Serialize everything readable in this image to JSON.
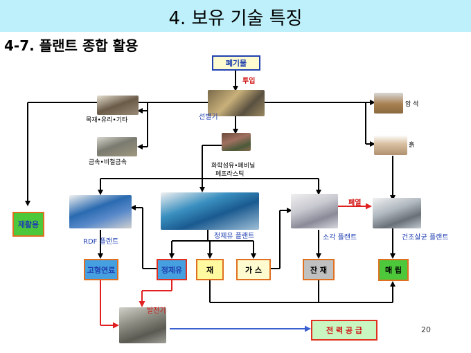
{
  "title": "4. 보유 기술 특징",
  "subtitle": "4-7. 플랜트 종합 활용",
  "page_number": "20",
  "boxes": {
    "waste": "폐기물",
    "recycle": "재활용",
    "solid_fuel": "고형연료",
    "refined_oil": "정제유",
    "ash": "재",
    "gas": "가 스",
    "residue": "잔 재",
    "landfill": "매 립",
    "power_supply": "전 력 공 급"
  },
  "labels": {
    "input": "투입",
    "sorter": "선별기",
    "wood_glass": "목재•유리•기타",
    "metals": "금속•비철금속",
    "plastics_1": "화학섬유•폐비닐",
    "plastics_2": "폐프라스틱",
    "rock": "암 석",
    "soil": "흙",
    "waste_heat": "폐열",
    "rdf_plant": "RDF 플랜트",
    "refining_plant": "정제유 플랜트",
    "incineration_plant": "소각 플랜트",
    "drying_plant": "건조살균 플랜트",
    "generator": "발전기"
  }
}
